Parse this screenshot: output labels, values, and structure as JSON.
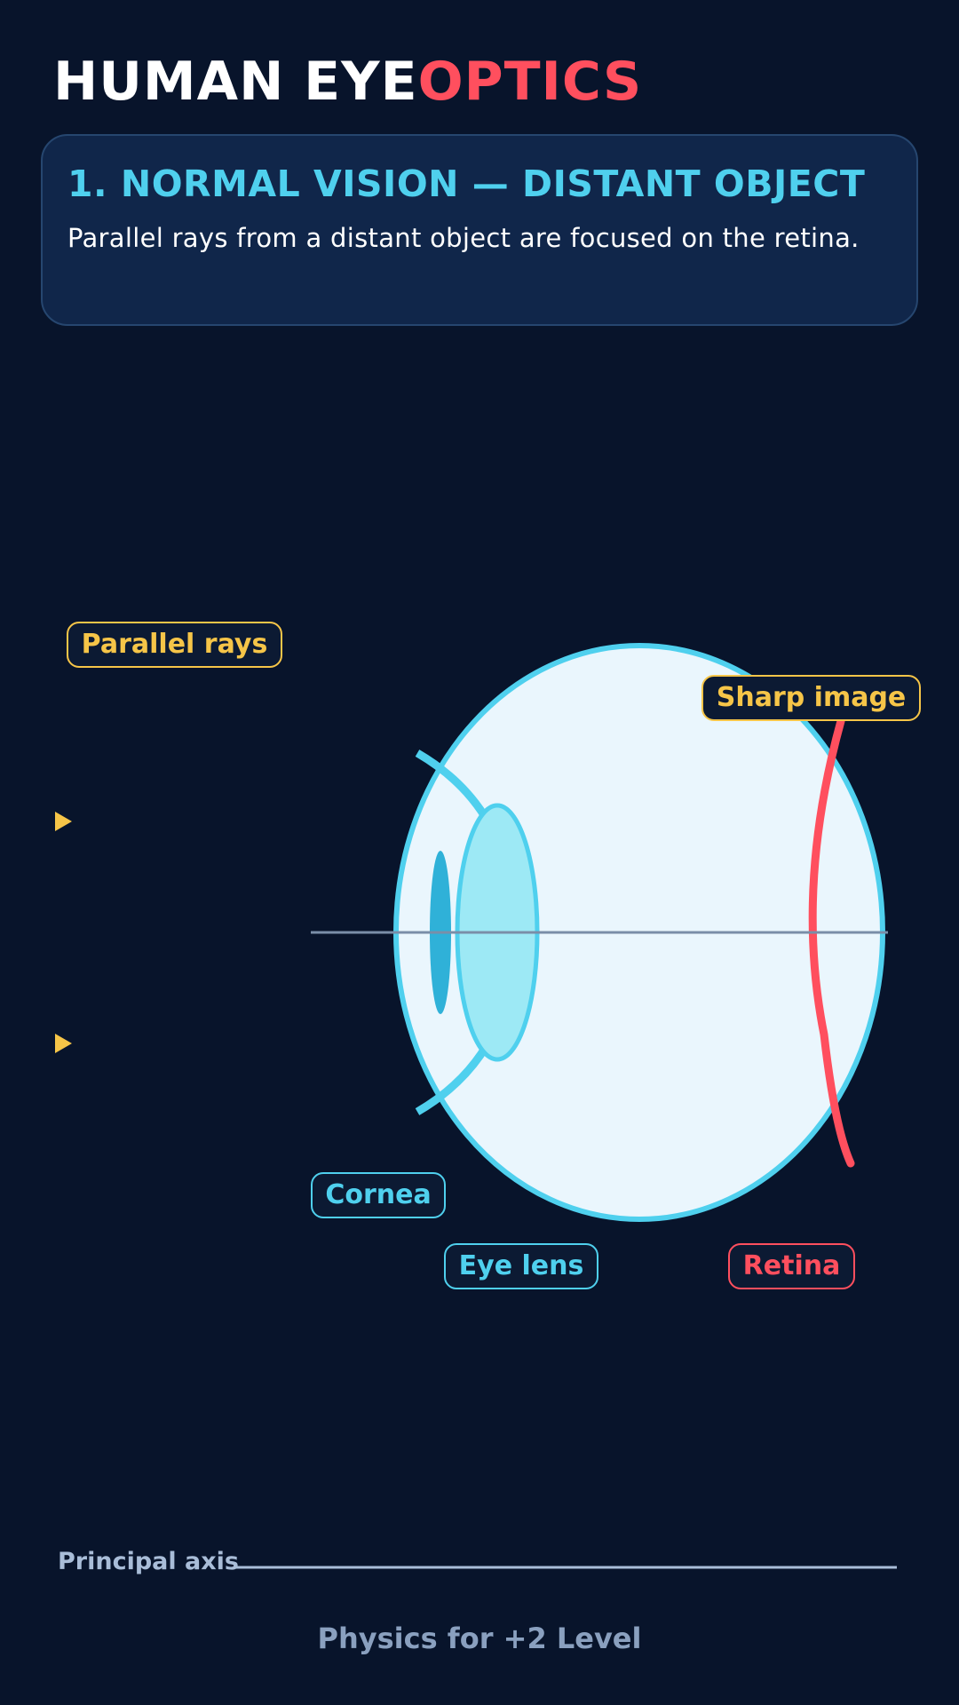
{
  "title": {
    "main": "HUMAN EYE",
    "accent": "OPTICS"
  },
  "card": {
    "heading": "1. NORMAL VISION — DISTANT OBJECT",
    "description": "Parallel rays from a distant object are focused on the retina."
  },
  "labels": {
    "parallel_rays": "Parallel rays",
    "sharp_image": "Sharp image",
    "cornea": "Cornea",
    "eye_lens": "Eye lens",
    "retina": "Retina"
  },
  "axis_caption": "Principal axis",
  "footer": "Physics for +2 Level",
  "colors": {
    "background": "#08142b",
    "accent_red": "#ff4f5e",
    "cyan": "#4fd0ee",
    "gold": "#f6c548",
    "eyeball_fill": "#eaf6fd",
    "lens_fill": "#9de9f5",
    "iris": "#2fb1d8",
    "axis": "#7a8ea8"
  },
  "icons": [
    "ray-arrow-icon"
  ]
}
